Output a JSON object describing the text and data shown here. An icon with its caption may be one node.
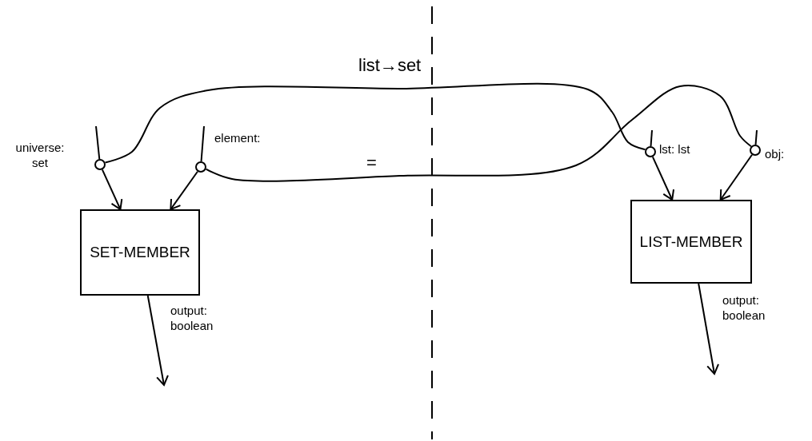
{
  "diagram": {
    "nodes": [
      {
        "text": [
          "SET-MEMBER"
        ]
      },
      {
        "text": [
          "LIST-MEMBER"
        ]
      },
      {
        "text": [],
        "shape": "circle",
        "beside": [
          "universe: set"
        ]
      },
      {
        "text": [],
        "shape": "circle",
        "beside": [
          "element:"
        ]
      },
      {
        "text": [],
        "shape": "circle",
        "beside": [
          "lst: lst"
        ]
      },
      {
        "text": [],
        "shape": "circle",
        "beside": [
          "obj:"
        ]
      }
    ],
    "edges": [
      {
        "from": null,
        "to": 2,
        "arrow": "none"
      },
      {
        "from": 2,
        "to": 0,
        "arrow": "to"
      },
      {
        "from": null,
        "to": 3,
        "arrow": "none"
      },
      {
        "from": 3,
        "to": 0,
        "arrow": "to"
      },
      {
        "from": null,
        "to": 4,
        "arrow": "none"
      },
      {
        "from": 4,
        "to": 1,
        "arrow": "to"
      },
      {
        "from": null,
        "to": 5,
        "arrow": "none"
      },
      {
        "from": 5,
        "to": 1,
        "arrow": "to"
      },
      {
        "from": 2,
        "to": 4,
        "arrow": "none",
        "label": "list→set"
      },
      {
        "from": 3,
        "to": 5,
        "arrow": "none",
        "label": "="
      },
      {
        "from": 0,
        "to": null,
        "arrow": "to",
        "label": "output: boolean"
      },
      {
        "from": 1,
        "to": null,
        "arrow": "to",
        "label": "output: boolean"
      }
    ]
  }
}
